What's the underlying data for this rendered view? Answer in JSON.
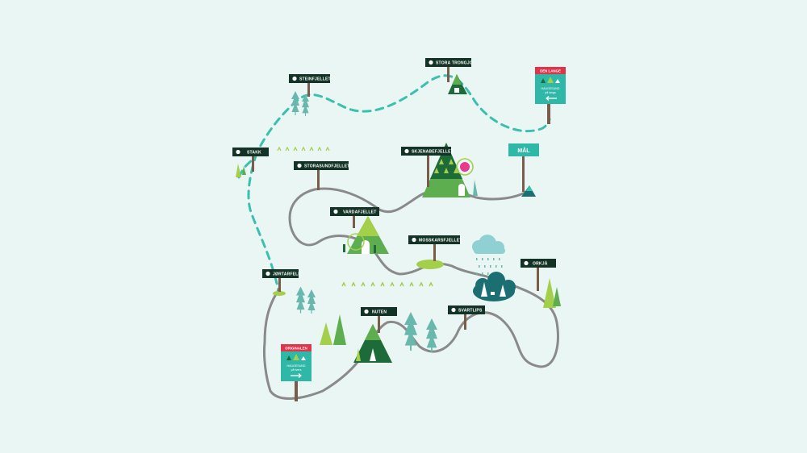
{
  "colors": {
    "background": "#eaf6f4",
    "sign_board": "#123326",
    "sign_post": "#7a5c4a",
    "trail_dashed": "#3bbfae",
    "trail_solid": "#8a8a8a",
    "teal_board": "#2fb8a8",
    "red_header": "#e0344a",
    "tree_dark": "#1e6b3a",
    "tree_mid": "#5cae4e",
    "tree_light": "#a3cf4a",
    "tree_teal": "#68b8ad",
    "cloud": "#8fd0d3",
    "magenta": "#e8398f"
  },
  "signs": {
    "stora_trongjo": "STORA TRONGJO",
    "steinfjellet": "STEINFJELLET",
    "stakk": "STAKK",
    "storasundfjellet": "STORASUNDFJELLET",
    "skjenabefjellet": "SKJENABEFJELLET",
    "vardafjellet": "VARDAFJELLET",
    "mosskarsfjellet": "MOSSKARSFJELLET",
    "jortarfell": "JØRTARFELL",
    "orkja": "ORKJÅ",
    "nuten": "NUTEN",
    "svartlips": "SVARTLIPS"
  },
  "boards": {
    "den_lange": {
      "header": "DEN LANGE",
      "line1": "HAUGESUND",
      "line2": "på langs"
    },
    "originalen": {
      "header": "ORIGINALEN",
      "line1": "HAUGESUND",
      "line2": "på tvers"
    }
  },
  "goal": "MÅL",
  "icons": {
    "sign_marker": "round-trail-marker-icon",
    "arrow": "direction-arrow-icon"
  }
}
